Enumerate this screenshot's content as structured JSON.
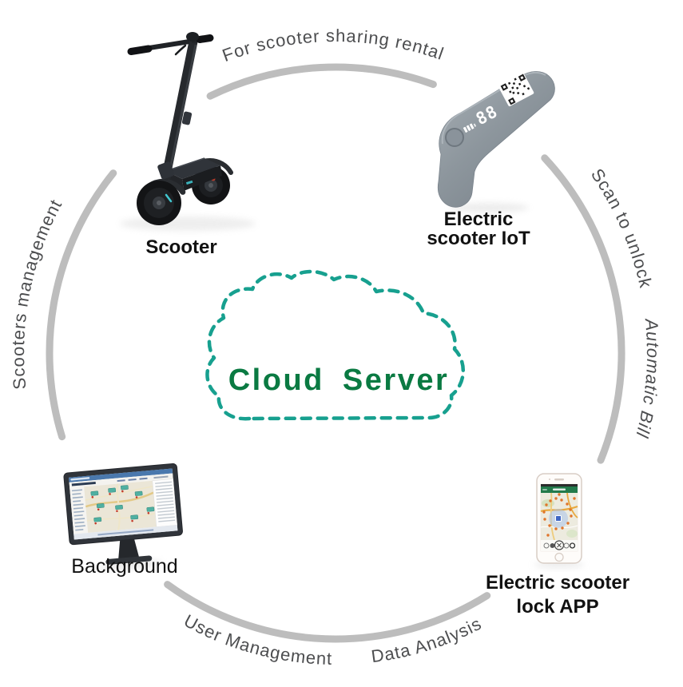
{
  "diagram": {
    "cloud": {
      "label": "Cloud Server"
    },
    "arc_labels": {
      "left": "Scooters management",
      "top": "For scooter sharing rental",
      "right_upper": "Scan to unlock",
      "right_lower": "Automatic Bill",
      "bottom_left": "User Management",
      "bottom_right": "Data Analysis"
    },
    "nodes": {
      "scooter": {
        "label": "Scooter"
      },
      "iot_device": {
        "label_line1": "Electric",
        "label_line2": "scooter IoT",
        "display_value": "88"
      },
      "background_console": {
        "label": "Background"
      },
      "lock_app": {
        "label_line1": "Electric scooter",
        "label_line2": "lock APP"
      }
    },
    "colors": {
      "cloud_outline": "#17a08f",
      "cloud_text": "#0a7a42",
      "arc_stroke": "#bdbdbd",
      "curved_text": "#4d4e50",
      "label_text": "#111111"
    }
  }
}
